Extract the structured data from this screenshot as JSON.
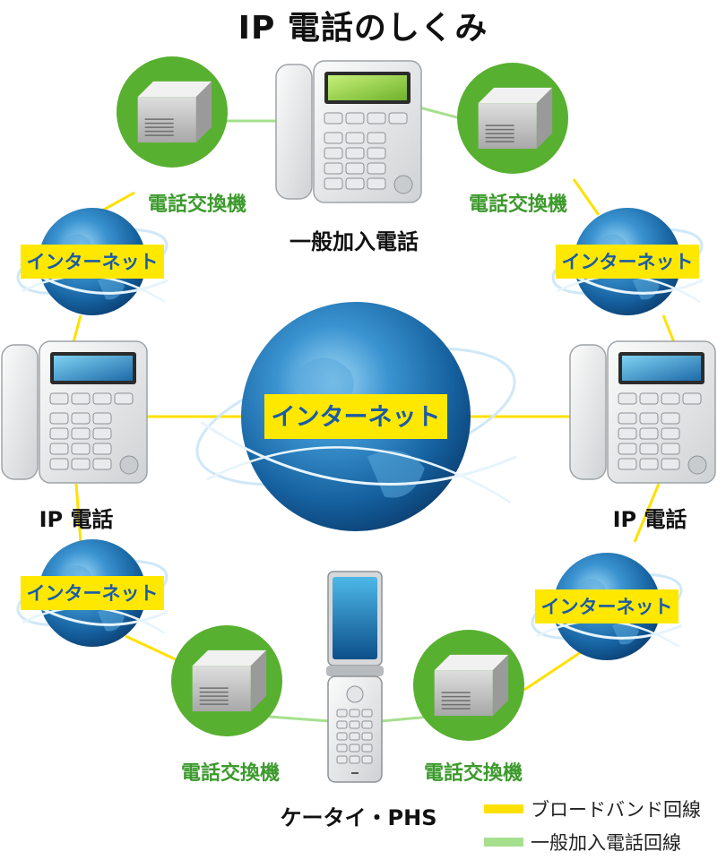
{
  "title": "IP 電話のしくみ",
  "colors": {
    "broadband": "#ffe000",
    "landline": "#a6e08e",
    "switch_circle": "#58b030",
    "label_green": "#3c9a2c",
    "globe": "#1a6fb0",
    "internet_label_bg": "#ffe800"
  },
  "nodes": {
    "landline_phone": {
      "label": "一般加入電話",
      "icon": "desk-phone-icon"
    },
    "ip_phone_left": {
      "label": "IP 電話",
      "icon": "desk-phone-icon"
    },
    "ip_phone_right": {
      "label": "IP 電話",
      "icon": "desk-phone-icon"
    },
    "mobile": {
      "label": "ケータイ・PHS",
      "icon": "flip-phone-icon"
    },
    "center_internet": {
      "label": "インターネット",
      "icon": "globe-icon"
    },
    "internet_top_left": {
      "label": "インターネット",
      "icon": "globe-icon"
    },
    "internet_top_right": {
      "label": "インターネット",
      "icon": "globe-icon"
    },
    "internet_bottom_left": {
      "label": "インターネット",
      "icon": "globe-icon"
    },
    "internet_bottom_right": {
      "label": "インターネット",
      "icon": "globe-icon"
    },
    "switch_top_left": {
      "label": "電話交換機",
      "icon": "server-box-icon"
    },
    "switch_top_right": {
      "label": "電話交換機",
      "icon": "server-box-icon"
    },
    "switch_bottom_left": {
      "label": "電話交換機",
      "icon": "server-box-icon"
    },
    "switch_bottom_right": {
      "label": "電話交換機",
      "icon": "server-box-icon"
    }
  },
  "legend": [
    {
      "label": "ブロードバンド回線",
      "color": "#ffe000"
    },
    {
      "label": "一般加入電話回線",
      "color": "#a6e08e"
    }
  ]
}
